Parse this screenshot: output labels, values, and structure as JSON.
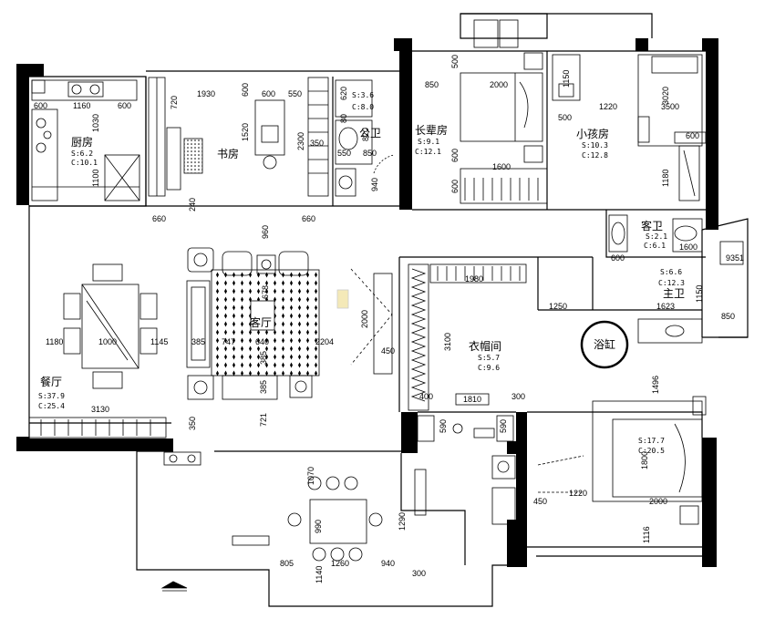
{
  "rooms": {
    "kitchen": {
      "name": "厨房",
      "s": "S:6.2",
      "c": "C:10.1"
    },
    "study": {
      "name": "书房"
    },
    "bath_public": {
      "name": "公卫",
      "s": "S:3.6",
      "c": "C:8.0"
    },
    "elder_room": {
      "name": "长辈房",
      "s": "S:9.1",
      "c": "C:12.1"
    },
    "child_room": {
      "name": "小孩房",
      "s": "S:10.3",
      "c": "C:12.8"
    },
    "guest_bath": {
      "name": "客卫",
      "s": "S:2.1",
      "c": "C:6.1"
    },
    "master_bath": {
      "name": "主卫",
      "s": "S:6.6",
      "c": "C:12.3"
    },
    "bathtub": {
      "name": "浴缸"
    },
    "living": {
      "name": "客厅"
    },
    "dining": {
      "name": "餐厅",
      "s": "S:37.9",
      "c": "C:25.4"
    },
    "cloakroom": {
      "name": "衣帽间",
      "s": "S:5.7",
      "c": "C:9.6"
    },
    "master": {
      "s": "S:17.7",
      "c": "C:20.5"
    }
  },
  "dims": {
    "k600a": "600",
    "k1160": "1160",
    "k600b": "600",
    "k1030": "1030",
    "k1100": "1100",
    "s720": "720",
    "s1930": "1930",
    "s600a": "600",
    "s600b": "600",
    "s550": "550",
    "s1520": "1520",
    "s2300": "2300",
    "s350": "350",
    "s240": "240",
    "b620": "620",
    "b80": "80",
    "b820": "820",
    "b550": "550",
    "b850": "850",
    "b940": "940",
    "e500": "500",
    "e850": "850",
    "e2000": "2000",
    "e600a": "600",
    "e1600": "1600",
    "e600b": "600",
    "c1150": "1150",
    "c500": "500",
    "c1220": "1220",
    "c3020": "3020",
    "c3500": "3500",
    "c600": "600",
    "c1180": "1180",
    "g600": "600",
    "g1600": "1600",
    "g9351": "9351",
    "m1150": "1150",
    "m1623": "1623",
    "m1250": "1250",
    "m850": "850",
    "w1980": "1980",
    "w3100": "3100",
    "w400": "400",
    "w1810": "1810",
    "w300": "300",
    "w590a": "590",
    "w590b": "590",
    "l660a": "660",
    "l660b": "660",
    "l960": "960",
    "l678": "678",
    "l2000": "2000",
    "l450": "450",
    "l1180": "1180",
    "l1000": "1000",
    "l1145": "1145",
    "l385a": "385",
    "l747": "747",
    "l640": "640",
    "l2204": "2204",
    "l385b": "385",
    "l385c": "385",
    "l721": "721",
    "l3130": "3130",
    "l350": "350",
    "r1496": "1496",
    "r1220": "1220",
    "r2000": "2000",
    "r1800": "1800",
    "r450": "450",
    "r1116": "1116",
    "p1070": "1070",
    "p990": "990",
    "p1290": "1290",
    "p805": "805",
    "p1140": "1140",
    "p1260": "1260",
    "p940": "940",
    "p300": "300"
  }
}
